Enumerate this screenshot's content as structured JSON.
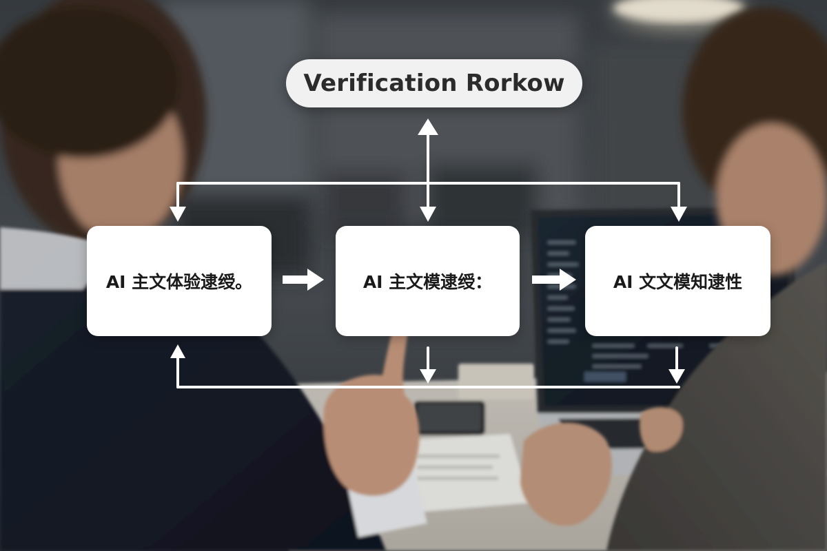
{
  "title": "Verification Rorkow",
  "steps": [
    {
      "label": "AI 主文体验逮绶。"
    },
    {
      "label": "AI 主文模逮绶："
    },
    {
      "label": "AI 文文模知逮性"
    }
  ],
  "colors": {
    "box_fill": "#ffffff",
    "pill_fill": "#f1f1f1",
    "arrow": "#ffffff",
    "text": "#1a1a1a"
  }
}
